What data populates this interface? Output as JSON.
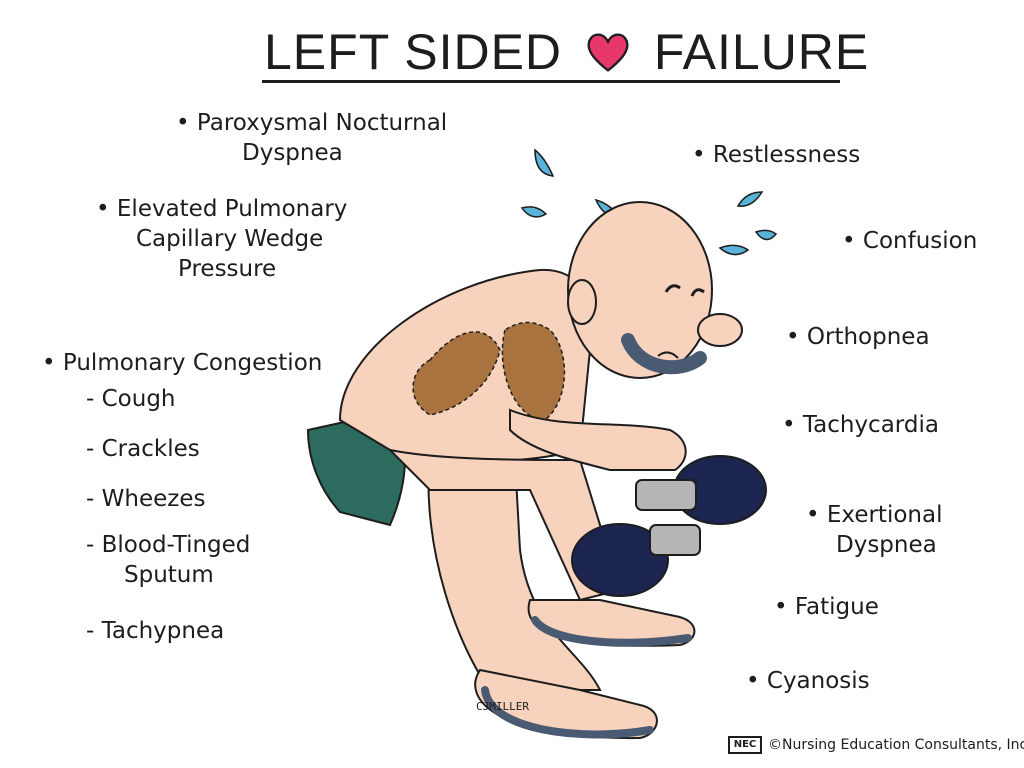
{
  "title": {
    "left": "LEFT SIDED",
    "right": "FAILURE"
  },
  "left_items": [
    {
      "bullet": "•",
      "line1": "Paroxysmal Nocturnal",
      "line2": "Dyspnea"
    },
    {
      "bullet": "•",
      "line1": "Elevated Pulmonary",
      "line2": "Capillary Wedge",
      "line3": "Pressure"
    },
    {
      "bullet": "•",
      "line1": "Pulmonary Congestion"
    }
  ],
  "congestion_subitems": [
    {
      "dash": "-",
      "text": "Cough"
    },
    {
      "dash": "-",
      "text": "Crackles"
    },
    {
      "dash": "-",
      "text": "Wheezes"
    },
    {
      "dash": "-",
      "text": "Blood-Tinged",
      "text2": "Sputum"
    },
    {
      "dash": "-",
      "text": "Tachypnea"
    }
  ],
  "right_items": [
    {
      "bullet": "•",
      "text": "Restlessness"
    },
    {
      "bullet": "•",
      "text": "Confusion"
    },
    {
      "bullet": "•",
      "text": "Orthopnea"
    },
    {
      "bullet": "•",
      "text": "Tachycardia"
    },
    {
      "bullet": "•",
      "text": "Exertional",
      "text2": "Dyspnea"
    },
    {
      "bullet": "•",
      "text": "Fatigue"
    },
    {
      "bullet": "•",
      "text": "Cyanosis"
    }
  ],
  "signature": "CJMILLER",
  "copyright": {
    "logo": "NEC",
    "text": "©Nursing Education Consultants, Inc."
  },
  "colors": {
    "heart": "#e8386b",
    "skin": "#f7d2bd",
    "lungs": "#a9733f",
    "shorts": "#2c6b5e",
    "dumbbell": "#1c2450",
    "sweat": "#5ab3d8",
    "cyanosis": "#4a5a73"
  }
}
